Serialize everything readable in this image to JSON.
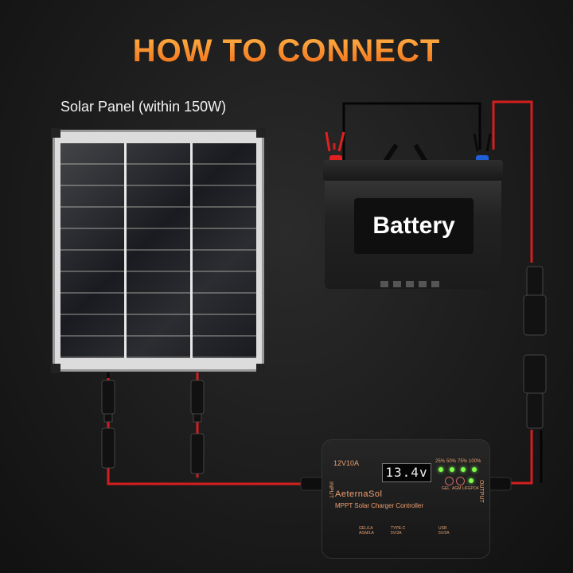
{
  "title": "HOW TO CONNECT",
  "panel_caption": "Solar Panel (within 150W)",
  "battery_label": "Battery",
  "controller": {
    "model": "12V10A",
    "display": "13.4v",
    "brand": "AeternaSol",
    "subtitle": "MPPT Solar Charger Controller",
    "input_label": "INPUT",
    "output_label": "OUTPUT",
    "charge_leds": [
      "25%",
      "50%",
      "75%",
      "100%"
    ],
    "battery_modes": [
      "GEL",
      "AGM",
      "LIFEPO4"
    ],
    "port_labels": [
      "GEL/LA AGM/LA",
      "TYPE-C 5V/3A",
      "USB 5V/2A"
    ]
  },
  "colors": {
    "title_orange": "#f26b16",
    "wire_red": "#d31f1f",
    "wire_black": "#0a0a0a",
    "led_green": "#7dff4c"
  }
}
